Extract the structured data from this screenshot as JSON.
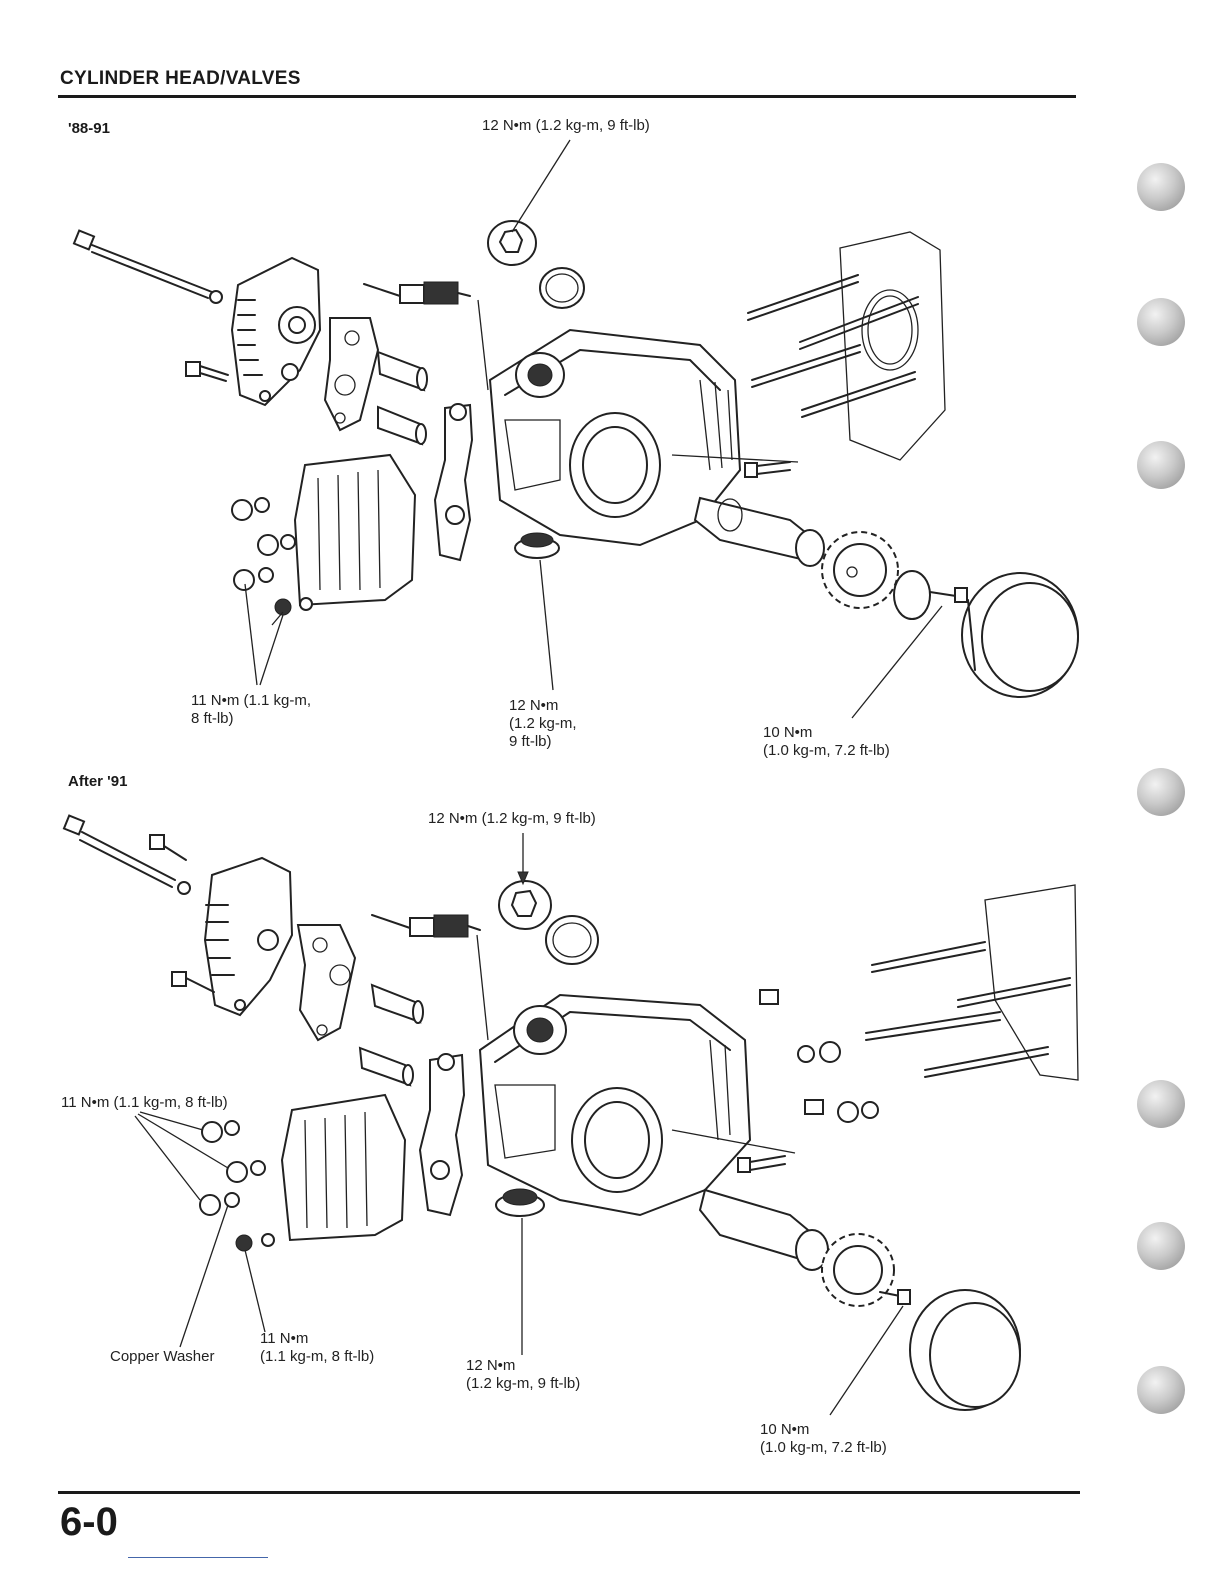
{
  "header": {
    "title": "CYLINDER HEAD/VALVES"
  },
  "top": {
    "label": "'88-91",
    "torque_cap": "12 N•m (1.2 kg-m, 9 ft-lb)",
    "torque_nuts": "11 N•m (1.1 kg-m,\n8 ft-lb)",
    "torque_plug": "12 N•m\n(1.2 kg-m,\n9 ft-lb)",
    "torque_sprocket": "10 N•m\n(1.0 kg-m, 7.2 ft-lb)"
  },
  "bottom": {
    "label": "After '91",
    "torque_cap": "12 N•m (1.2 kg-m, 9 ft-lb)",
    "torque_nuts": "11 N•m (1.1 kg-m, 8 ft-lb)",
    "copper_washer": "Copper Washer",
    "torque_nut_single": "11 N•m\n(1.1 kg-m, 8 ft-lb)",
    "torque_plug": "12 N•m\n(1.2 kg-m, 9 ft-lb)",
    "torque_sprocket": "10 N•m\n(1.0 kg-m, 7.2 ft-lb)"
  },
  "footer": {
    "page_number": "6-0"
  }
}
